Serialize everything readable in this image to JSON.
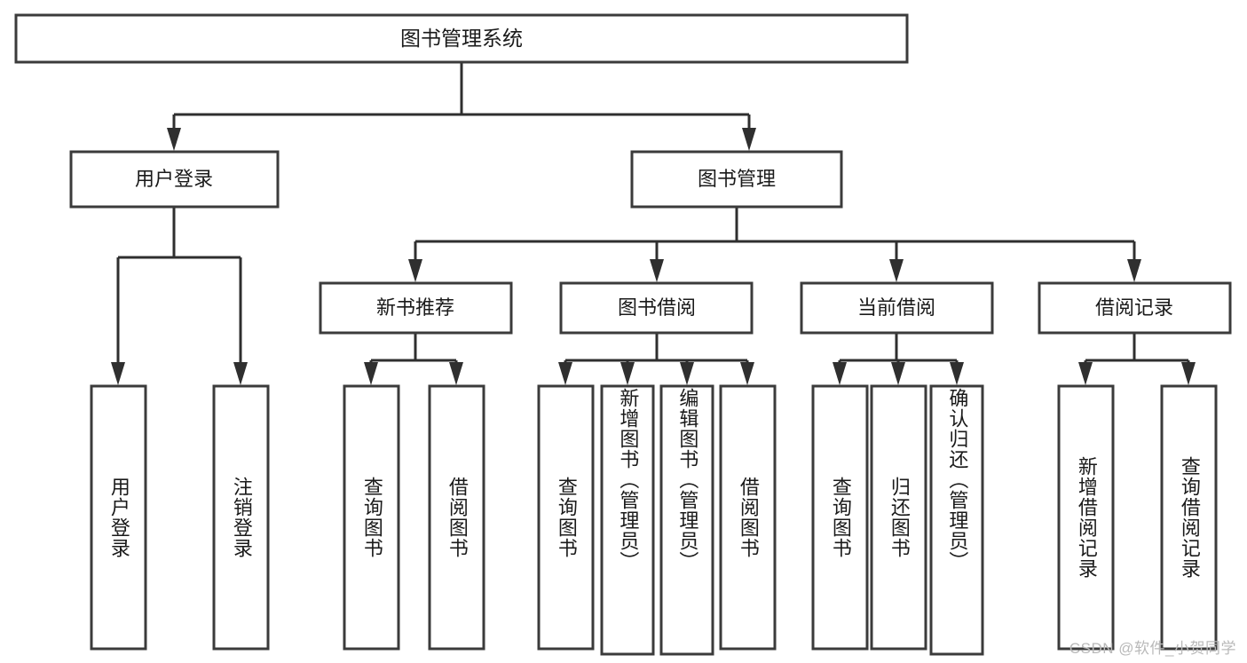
{
  "diagram": {
    "type": "tree",
    "title": "图书管理系统",
    "watermark": "CSDN @软件_小贺同学",
    "colors": {
      "box_stroke": "#3b3b3b",
      "box_fill": "#ffffff",
      "edge": "#2f2f2f",
      "text": "#1a1a1a",
      "watermark": "#b9b9b9",
      "background": "#ffffff"
    },
    "root": {
      "id": "root",
      "label": "图书管理系统"
    },
    "level2": [
      {
        "id": "user-login",
        "label": "用户登录"
      },
      {
        "id": "book-manage",
        "label": "图书管理"
      }
    ],
    "level3": [
      {
        "id": "new-book-recommend",
        "label": "新书推荐",
        "parent": "book-manage"
      },
      {
        "id": "book-borrow",
        "label": "图书借阅",
        "parent": "book-manage"
      },
      {
        "id": "current-borrow",
        "label": "当前借阅",
        "parent": "book-manage"
      },
      {
        "id": "borrow-record",
        "label": "借阅记录",
        "parent": "book-manage"
      }
    ],
    "leaves": [
      {
        "id": "leaf-user-login",
        "label": "用户登录",
        "parent": "user-login"
      },
      {
        "id": "leaf-user-logout",
        "label": "注销登录",
        "parent": "user-login"
      },
      {
        "id": "leaf-query-book-1",
        "label": "查询图书",
        "parent": "new-book-recommend"
      },
      {
        "id": "leaf-borrow-book-1",
        "label": "借阅图书",
        "parent": "new-book-recommend"
      },
      {
        "id": "leaf-query-book-2",
        "label": "查询图书",
        "parent": "book-borrow"
      },
      {
        "id": "leaf-add-book",
        "label": "新增图书（管理员）",
        "parent": "book-borrow"
      },
      {
        "id": "leaf-edit-book",
        "label": "编辑图书（管理员）",
        "parent": "book-borrow"
      },
      {
        "id": "leaf-borrow-book-2",
        "label": "借阅图书",
        "parent": "book-borrow"
      },
      {
        "id": "leaf-query-book-3",
        "label": "查询图书",
        "parent": "current-borrow"
      },
      {
        "id": "leaf-return-book",
        "label": "归还图书",
        "parent": "current-borrow"
      },
      {
        "id": "leaf-confirm-return",
        "label": "确认归还（管理员）",
        "parent": "current-borrow"
      },
      {
        "id": "leaf-add-record",
        "label": "新增借阅记录",
        "parent": "borrow-record"
      },
      {
        "id": "leaf-query-record",
        "label": "查询借阅记录",
        "parent": "borrow-record"
      }
    ]
  }
}
